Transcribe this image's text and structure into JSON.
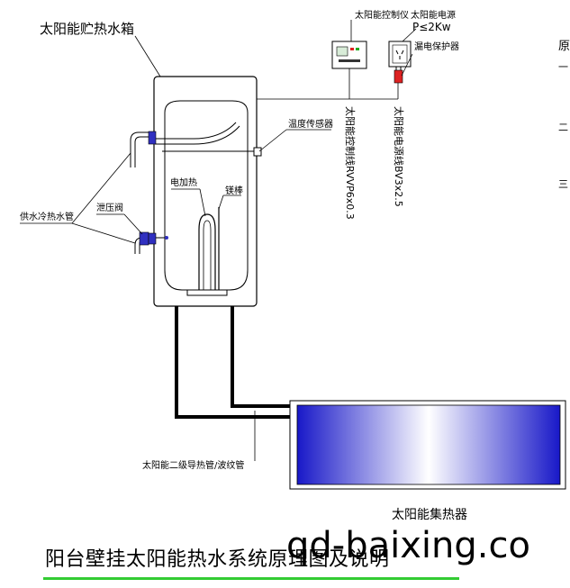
{
  "labels": {
    "tank": "太阳能贮热水箱",
    "controller": "太阳能控制仪",
    "power_source": "太阳能电源",
    "power_rating": "P≤2Kw",
    "leakage_protector": "漏电保护器",
    "temp_sensor": "温度传感器",
    "control_cable": "太阳能控制线RVVP6x0.3",
    "power_cable": "太阳能电源线BV3x2.5",
    "heater": "电加热",
    "magnesium_rod": "镁棒",
    "supply_pipes": "供水冷热水管",
    "pressure_valve": "泄压阀",
    "circulation_pipe": "太阳能二级导热管/波纹管",
    "collector": "太阳能集热器",
    "side_heading": "原",
    "side_item_1": "一",
    "side_item_2": "二",
    "side_item_3": "三"
  },
  "title": "阳台壁挂太阳能热水系统原理图及说明",
  "watermark": "qd-baixing.co",
  "colors": {
    "lines": "#000000",
    "collector_edge": "#2020d0",
    "collector_center": "#ffffff",
    "fittings": "#3030c0",
    "title_underline": "#33cc33",
    "plug": "#dd2222",
    "display": "#d8ecd8"
  }
}
